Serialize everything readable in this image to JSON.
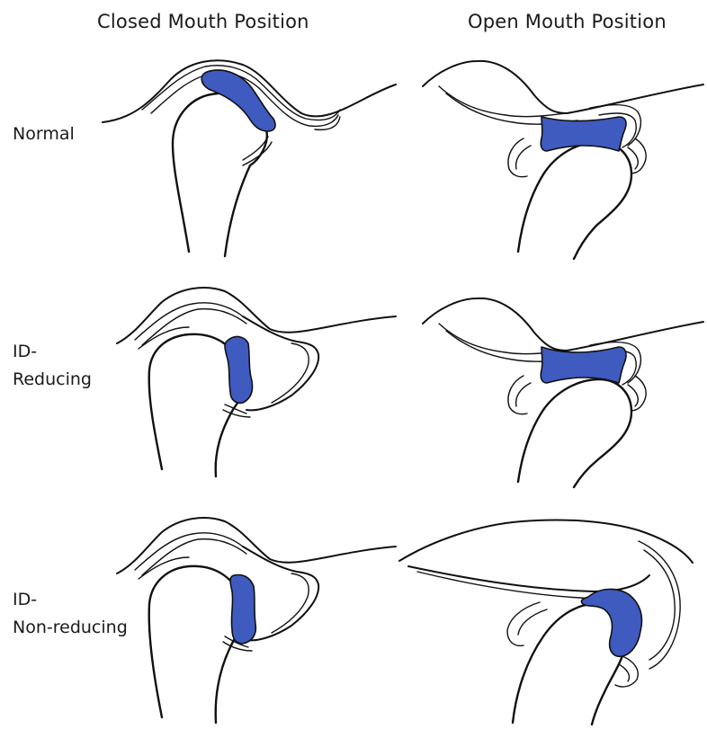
{
  "columns": {
    "closed": "Closed Mouth Position",
    "open": "Open Mouth Position"
  },
  "rows": {
    "normal": [
      "Normal"
    ],
    "id_reducing": [
      "ID-",
      "Reducing"
    ],
    "id_non_reducing": [
      "ID-",
      "Non-reducing"
    ]
  },
  "colors": {
    "disc": "#3f5bbf",
    "outline": "#111111"
  }
}
